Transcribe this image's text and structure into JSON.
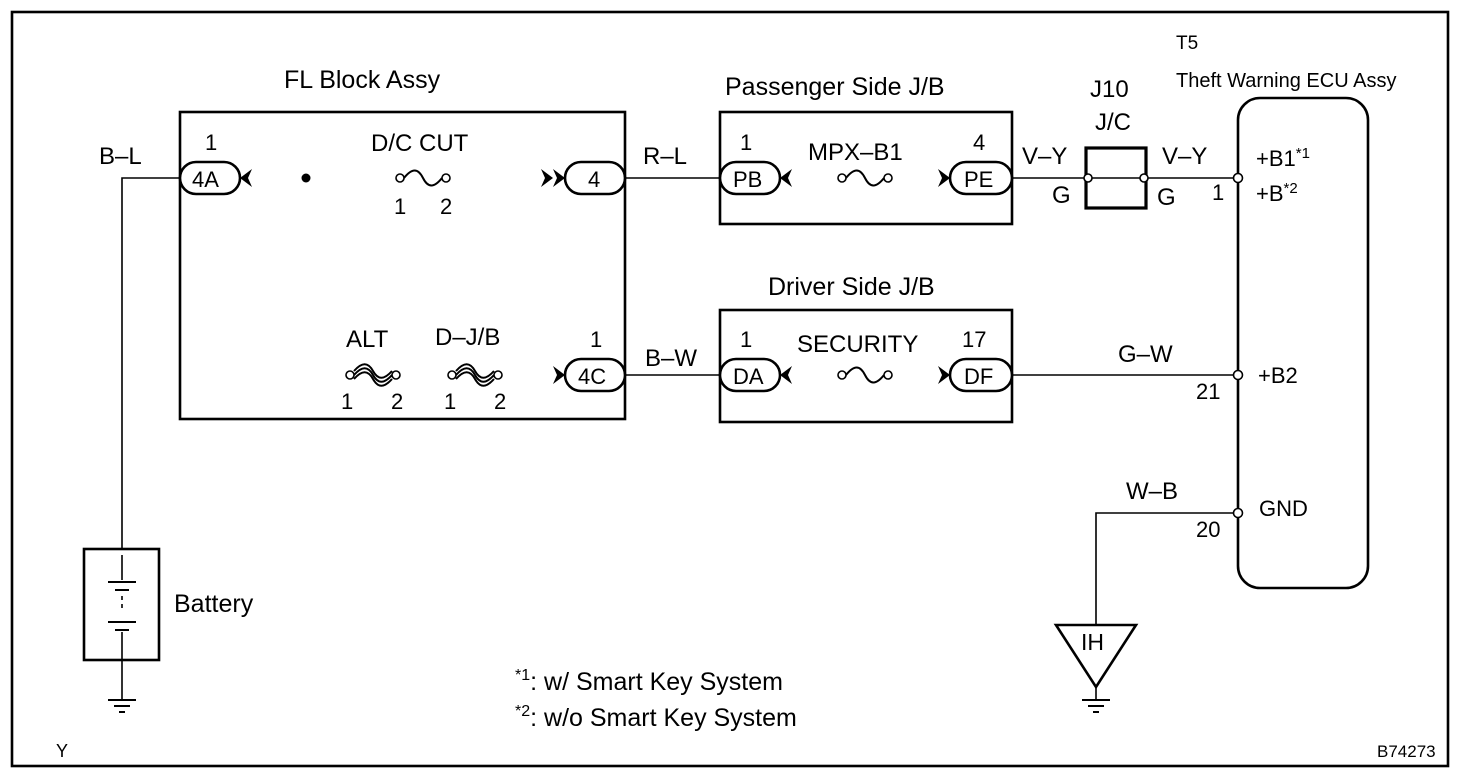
{
  "labels": {
    "fl_block": "FL Block Assy",
    "passenger_jb": "Passenger Side J/B",
    "driver_jb": "Driver Side J/B",
    "j10": "J10",
    "jc": "J/C",
    "t5": "T5",
    "ecu": "Theft Warning ECU Assy",
    "battery": "Battery",
    "ground_ih": "IH",
    "corner_y": "Y",
    "fig_code": "B74273"
  },
  "wires": {
    "b_l": "B–L",
    "r_l": "R–L",
    "b_w": "B–W",
    "v_y_left": "V–Y",
    "v_y_right": "V–Y",
    "g_left": "G",
    "g_right": "G",
    "g_w": "G–W",
    "w_b": "W–B"
  },
  "fuses": {
    "dc_cut": "D/C CUT",
    "dc_cut_pin1": "1",
    "dc_cut_pin2": "2",
    "alt": "ALT",
    "alt_pin1": "1",
    "alt_pin2": "2",
    "djb": "D–J/B",
    "djb_pin1": "1",
    "djb_pin2": "2",
    "mpx_b1": "MPX–B1",
    "security": "SECURITY"
  },
  "connectors": {
    "c4a": "4A",
    "c4a_pin": "1",
    "c4": "4",
    "c4c": "4C",
    "c4c_pin": "1",
    "pb": "PB",
    "pb_pin": "1",
    "pe": "PE",
    "pe_pin": "4",
    "da": "DA",
    "da_pin": "1",
    "df": "DF",
    "df_pin": "17"
  },
  "ecu_terminals": {
    "b1": "+B1",
    "b1_sup": "*1",
    "b": "+B",
    "b_sup": "*2",
    "b1_pin": "1",
    "b2": "+B2",
    "b2_pin": "21",
    "gnd": "GND",
    "gnd_pin": "20"
  },
  "notes": {
    "note1_mark": "*1",
    "note1_text": ": w/ Smart Key System",
    "note2_mark": "*2",
    "note2_text": ": w/o Smart Key System"
  }
}
